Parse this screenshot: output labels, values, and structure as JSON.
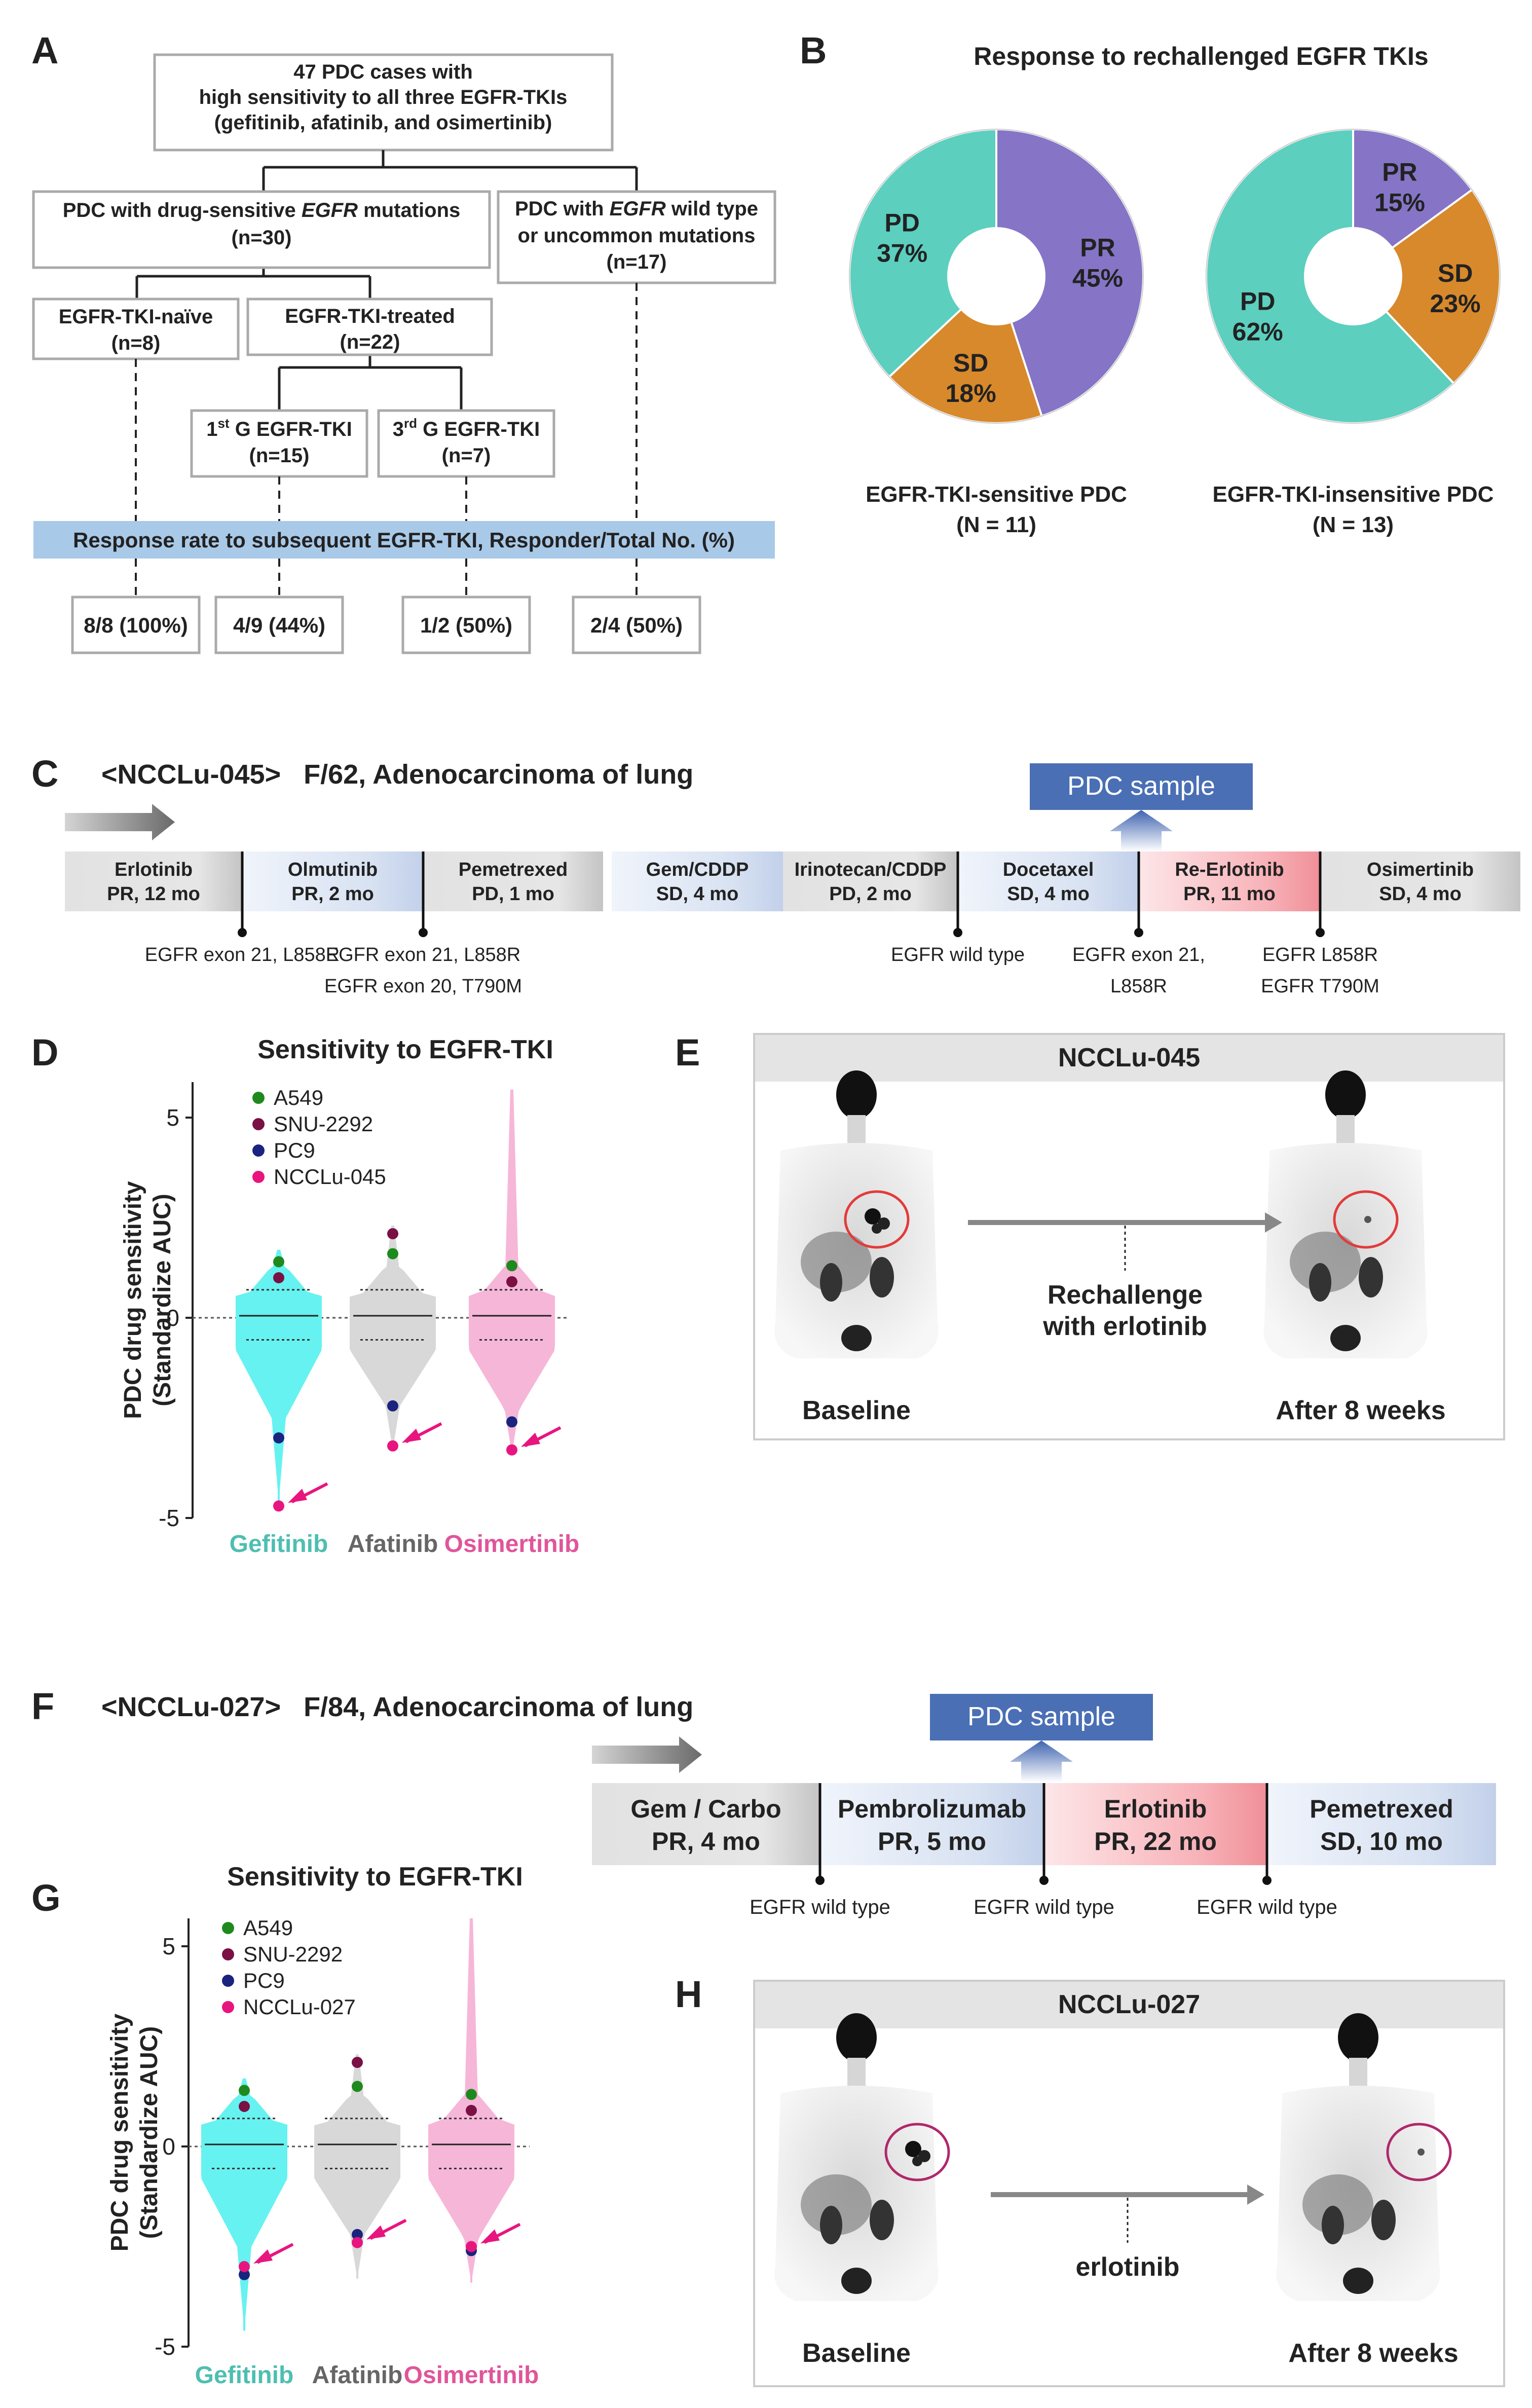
{
  "panels": {
    "A": "A",
    "B": "B",
    "C": "C",
    "D": "D",
    "E": "E",
    "F": "F",
    "G": "G",
    "H": "H"
  },
  "flow": {
    "top": [
      "47 PDC cases with",
      "high sensitivity to all three EGFR-TKIs",
      "(gefitinib, afatinib, and osimertinib)"
    ],
    "sensitive": {
      "pre": "PDC with drug-sensitive ",
      "egfr": "EGFR",
      "post": " mutations",
      "n": "(n=30)"
    },
    "wild": {
      "pre": "PDC with ",
      "egfr": "EGFR",
      "post": " wild type",
      "line2": "or uncommon mutations",
      "n": "(n=17)"
    },
    "naive": {
      "label": "EGFR-TKI-naïve",
      "n": "(n=8)"
    },
    "treated": {
      "label": "EGFR-TKI-treated",
      "n": "(n=22)"
    },
    "first": {
      "num": "1",
      "sup": "st",
      "rest": " G EGFR-TKI",
      "n": "(n=15)"
    },
    "third": {
      "num": "3",
      "sup": "rd",
      "rest": " G EGFR-TKI",
      "n": "(n=7)"
    },
    "banner": "Response rate to subsequent EGFR-TKI, Responder/Total No. (%)",
    "results": [
      "8/8 (100%)",
      "4/9 (44%)",
      "1/2 (50%)",
      "2/4 (50%)"
    ]
  },
  "donut": {
    "title": "Response to rechallenged EGFR TKIs",
    "colors": {
      "PR": "#8674c6",
      "SD": "#d8892b",
      "PD": "#5ccfbf"
    },
    "charts": [
      {
        "caption": "EGFR-TKI-sensitive PDC",
        "n": "(N = 11)",
        "slices": [
          {
            "label": "PR",
            "pct": 45,
            "text": "45%"
          },
          {
            "label": "SD",
            "pct": 18,
            "text": "18%"
          },
          {
            "label": "PD",
            "pct": 37,
            "text": "37%"
          }
        ]
      },
      {
        "caption": "EGFR-TKI-insensitive PDC",
        "n": "(N = 13)",
        "slices": [
          {
            "label": "PR",
            "pct": 15,
            "text": "15%"
          },
          {
            "label": "SD",
            "pct": 23,
            "text": "23%"
          },
          {
            "label": "PD",
            "pct": 62,
            "text": "62%"
          }
        ]
      }
    ]
  },
  "caseC": {
    "title": "<NCCLu-045>   F/62, Adenocarcinoma of lung",
    "pdc_sample": "PDC sample",
    "treatments": [
      {
        "name": "Erlotinib",
        "resp": "PR, 12 mo"
      },
      {
        "name": "Olmutinib",
        "resp": "PR, 2 mo"
      },
      {
        "name": "Pemetrexed",
        "resp": "PD, 1 mo"
      },
      {
        "name": "Gem/CDDP",
        "resp": "SD, 4 mo"
      },
      {
        "name": "Irinotecan/CDDP",
        "resp": "PD, 2 mo"
      },
      {
        "name": "Docetaxel",
        "resp": "SD, 4 mo"
      },
      {
        "name": "Re-Erlotinib",
        "resp": "PR, 11 mo"
      },
      {
        "name": "Osimertinib",
        "resp": "SD, 4 mo"
      }
    ],
    "markers": [
      [
        "EGFR exon 21, L858R"
      ],
      [
        "EGFR exon 21, L858R",
        "EGFR exon 20, T790M"
      ],
      [
        "EGFR wild type"
      ],
      [
        "EGFR exon 21,",
        "L858R"
      ],
      [
        "EGFR L858R",
        "EGFR T790M"
      ]
    ]
  },
  "caseF": {
    "title": "<NCCLu-027>   F/84, Adenocarcinoma of lung",
    "pdc_sample": "PDC sample",
    "treatments": [
      {
        "name": "Gem / Carbo",
        "resp": "PR, 4 mo"
      },
      {
        "name": "Pembrolizumab",
        "resp": "PR, 5 mo"
      },
      {
        "name": "Erlotinib",
        "resp": "PR, 22 mo"
      },
      {
        "name": "Pemetrexed",
        "resp": "SD, 10 mo"
      }
    ],
    "markers": [
      "EGFR wild type",
      "EGFR wild type",
      "EGFR wild type"
    ]
  },
  "chart_data": [
    {
      "type": "violin",
      "title": "Sensitivity to EGFR-TKI",
      "ylabel": [
        "PDC drug sensitivity",
        "(Standardize AUC)"
      ],
      "yticks": [
        "5",
        "0",
        "-5"
      ],
      "ylim": [
        -5,
        6
      ],
      "categories": [
        "Gefitinib",
        "Afatinib",
        "Osimertinib"
      ],
      "category_colors": [
        "#4dbfb0",
        "#666666",
        "#e0559a"
      ],
      "violin_colors": [
        "#66f2f0",
        "#d8d8d8",
        "#f6b6d8"
      ],
      "legend": [
        {
          "name": "A549",
          "color": "#1e8a1e"
        },
        {
          "name": "SNU-2292",
          "color": "#7a1043"
        },
        {
          "name": "PC9",
          "color": "#1a237e"
        },
        {
          "name": "NCCLu-045",
          "color": "#e8157f"
        }
      ],
      "points": {
        "A549": [
          1.4,
          1.6,
          1.3
        ],
        "SNU-2292": [
          1.0,
          2.1,
          0.9
        ],
        "PC9": [
          -3.0,
          -2.2,
          -2.6
        ],
        "NCCLu-045": [
          -4.7,
          -3.2,
          -3.3
        ]
      }
    },
    {
      "type": "violin",
      "title": "Sensitivity to EGFR-TKI",
      "ylabel": [
        "PDC drug sensitivity",
        "(Standardize AUC)"
      ],
      "yticks": [
        "5",
        "0",
        "-5"
      ],
      "ylim": [
        -5,
        6
      ],
      "categories": [
        "Gefitinib",
        "Afatinib",
        "Osimertinib"
      ],
      "category_colors": [
        "#4dbfb0",
        "#666666",
        "#e0559a"
      ],
      "violin_colors": [
        "#66f2f0",
        "#d8d8d8",
        "#f6b6d8"
      ],
      "legend": [
        {
          "name": "A549",
          "color": "#1e8a1e"
        },
        {
          "name": "SNU-2292",
          "color": "#7a1043"
        },
        {
          "name": "PC9",
          "color": "#1a237e"
        },
        {
          "name": "NCCLu-027",
          "color": "#e8157f"
        }
      ],
      "points": {
        "A549": [
          1.4,
          1.5,
          1.3
        ],
        "SNU-2292": [
          1.0,
          2.1,
          0.9
        ],
        "PC9": [
          -3.2,
          -2.2,
          -2.6
        ],
        "NCCLu-027": [
          -3.0,
          -2.4,
          -2.5
        ]
      }
    }
  ],
  "petE": {
    "title": "NCCLu-045",
    "arrow_label": [
      "Rechallenge",
      "with erlotinib"
    ],
    "left": "Baseline",
    "right": "After 8 weeks"
  },
  "petH": {
    "title": "NCCLu-027",
    "arrow_label": [
      "erlotinib"
    ],
    "left": "Baseline",
    "right": "After 8 weeks"
  }
}
